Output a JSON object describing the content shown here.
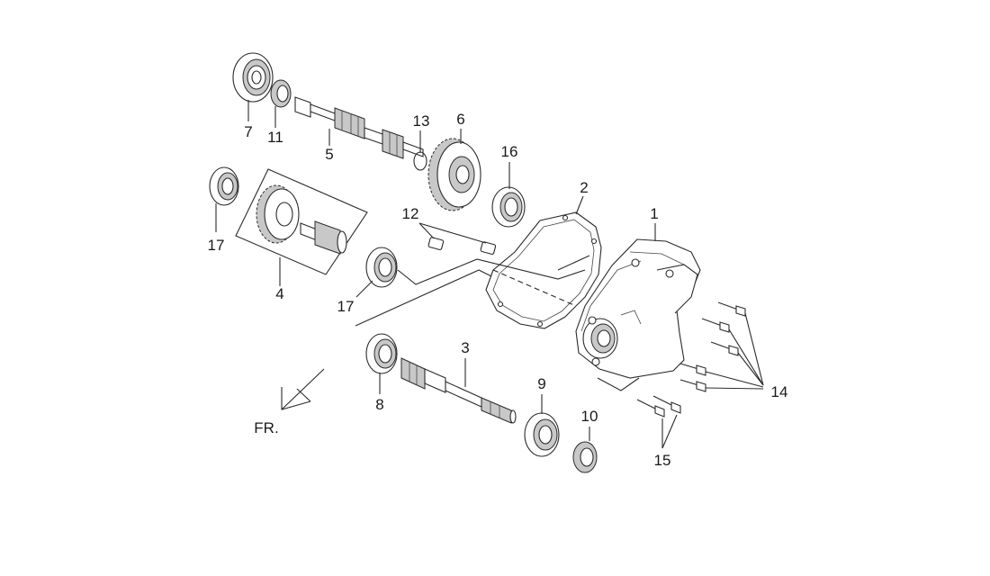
{
  "diagram": {
    "labels": {
      "l1": "1",
      "l2": "2",
      "l3": "3",
      "l4": "4",
      "l5": "5",
      "l6": "6",
      "l7": "7",
      "l8": "8",
      "l9": "9",
      "l10": "10",
      "l11": "11",
      "l12": "12",
      "l13": "13",
      "l14": "14",
      "l15": "15",
      "l16": "16",
      "l17a": "17",
      "l17b": "17",
      "fr": "FR."
    }
  }
}
